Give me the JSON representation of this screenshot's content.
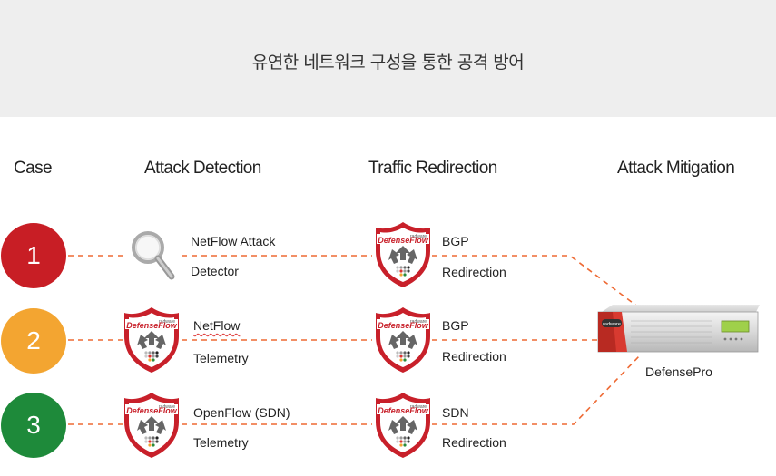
{
  "banner": {
    "title": "유연한 네트워크 구성을 통한 공격 방어"
  },
  "columns": {
    "case": "Case",
    "detection": "Attack Detection",
    "redirection": "Traffic Redirection",
    "mitigation": "Attack Mitigation"
  },
  "cases": [
    {
      "number": "1",
      "color": "#c81e25",
      "detection": {
        "icon": "magnifier-icon",
        "line1": "NetFlow Attack",
        "line2": "Detector"
      },
      "redirection": {
        "icon": "defenseflow-shield-icon",
        "line1": "BGP",
        "line2": "Redirection"
      }
    },
    {
      "number": "2",
      "color": "#f3a531",
      "detection": {
        "icon": "defenseflow-shield-icon",
        "line1": "NetFlow",
        "line2": "Telemetry"
      },
      "redirection": {
        "icon": "defenseflow-shield-icon",
        "line1": "BGP",
        "line2": "Redirection"
      }
    },
    {
      "number": "3",
      "color": "#1e8a3a",
      "detection": {
        "icon": "defenseflow-shield-icon",
        "line1": "OpenFlow (SDN)",
        "line2": "Telemetry"
      },
      "redirection": {
        "icon": "defenseflow-shield-icon",
        "line1": "SDN",
        "line2": "Redirection"
      }
    }
  ],
  "logo": {
    "vendor": "radware",
    "product": "DefenseFlow"
  },
  "mitigation": {
    "device": "DefensePro",
    "icon": "defensepro-appliance-icon",
    "badge": "radware"
  },
  "colors": {
    "dashed_line": "#ee6a34",
    "banner_bg": "#eeeeee",
    "shield_red": "#c8202a"
  }
}
